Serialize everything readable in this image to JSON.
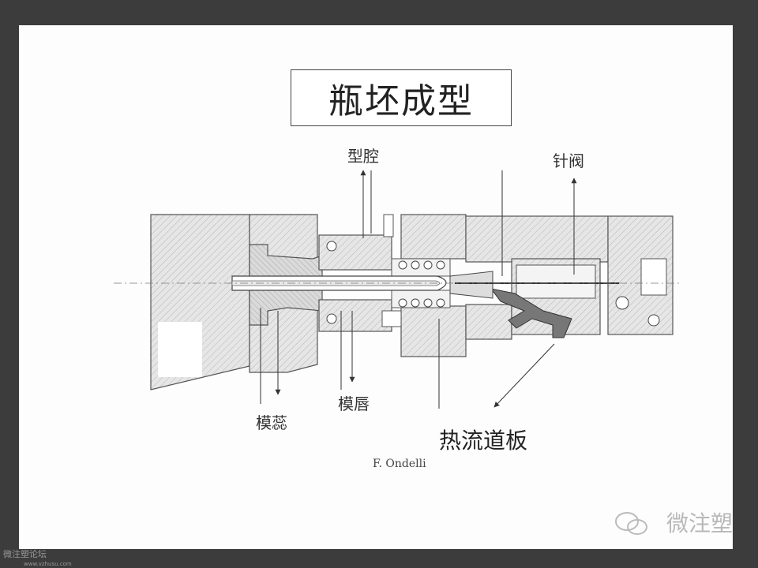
{
  "title": "瓶坯成型",
  "labels": {
    "cavity": "型腔",
    "valve_pin": "针阀",
    "core": "模蕊",
    "lip": "模唇",
    "hot_runner": "热流道板"
  },
  "credit": "F. Ondelli",
  "watermark": {
    "text": "微注塑",
    "icon": "wechat-icon"
  },
  "forum": {
    "name": "微注塑论坛",
    "url": "www.vzhusu.com"
  }
}
